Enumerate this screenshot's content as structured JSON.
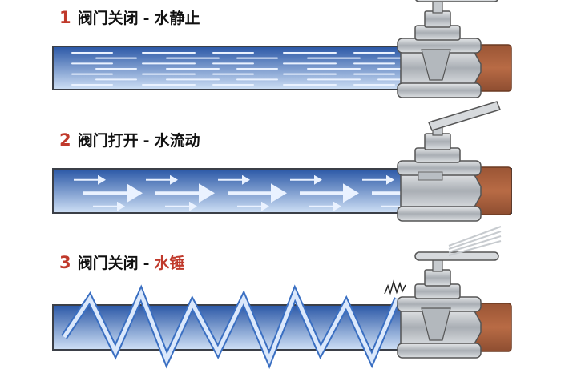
{
  "title": "",
  "colors": {
    "number": "#c0392b",
    "caption_text": "#111111",
    "highlight": "#c0392b",
    "water_top": "#2a57a6",
    "water_bottom": "#cfe0f5",
    "pipe_copper": "#b86b45",
    "valve_metal": "#a9aeb4",
    "flow_mark": "#eaf2ff"
  },
  "states": [
    {
      "number": "1",
      "label": "阀门关闭",
      "dash": "-",
      "effect": "水静止",
      "effect_highlight": false,
      "valve": "closed",
      "water": "still"
    },
    {
      "number": "2",
      "label": "阀门打开",
      "dash": "-",
      "effect": "水流动",
      "effect_highlight": false,
      "valve": "open",
      "water": "flowing"
    },
    {
      "number": "3",
      "label": "阀门关闭",
      "dash": "-",
      "effect": "水锤",
      "effect_highlight": true,
      "valve": "closed",
      "water": "surge"
    }
  ]
}
